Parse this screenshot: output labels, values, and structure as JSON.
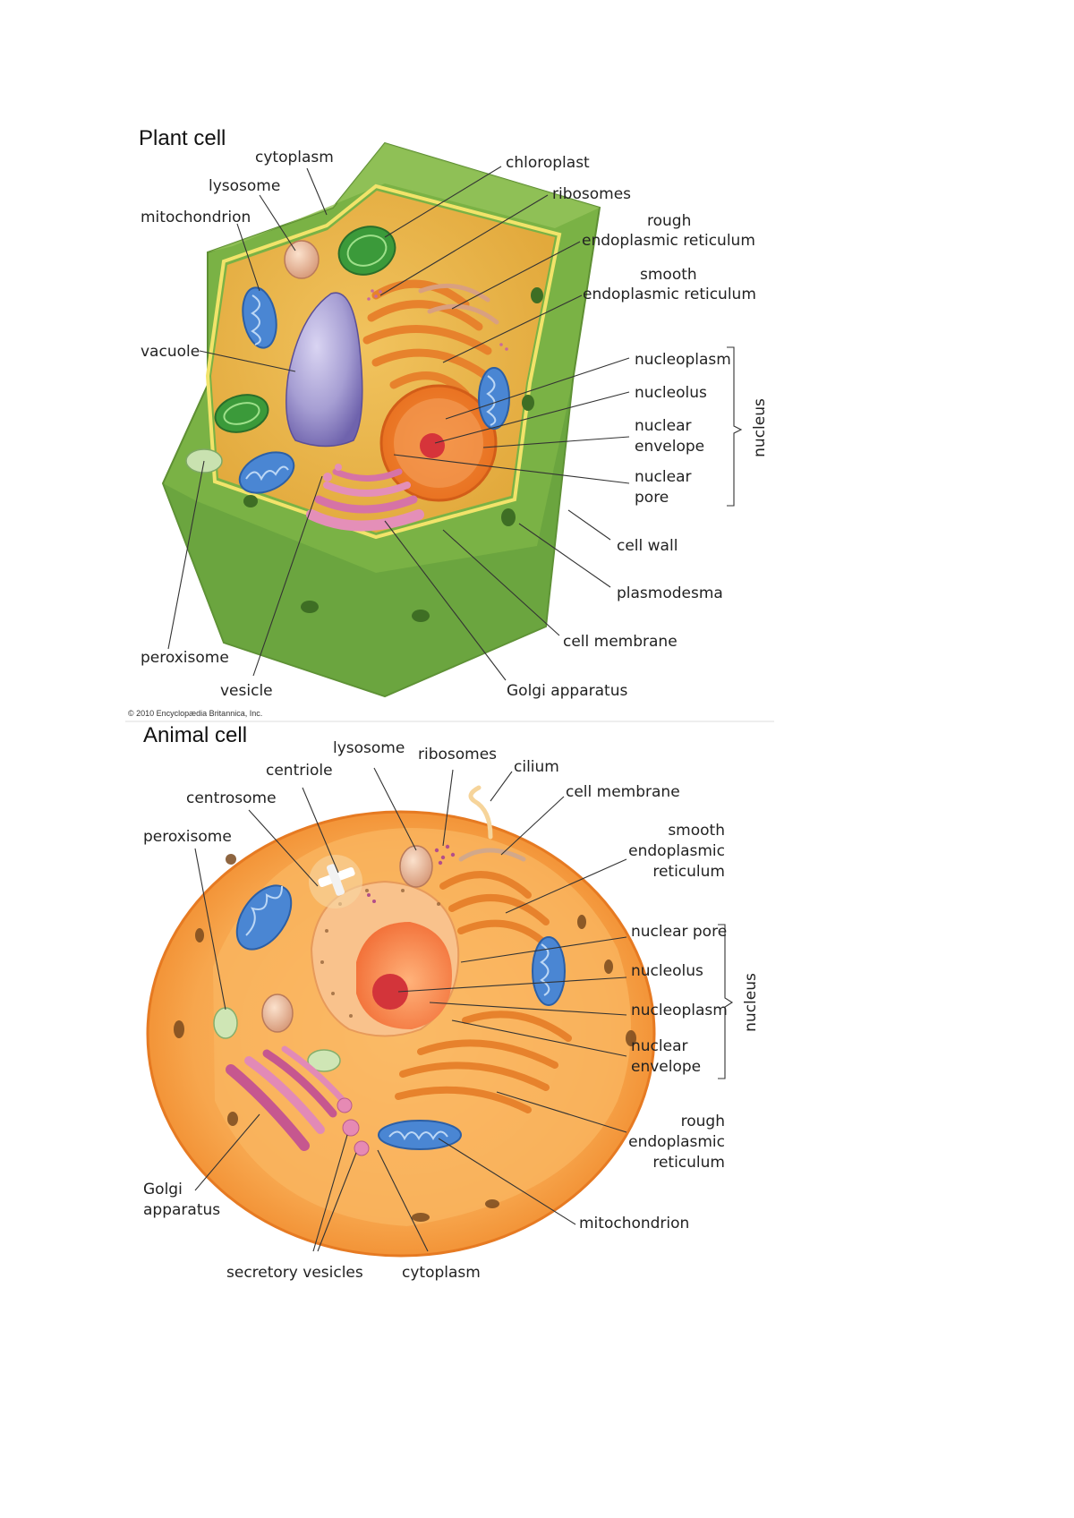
{
  "plant": {
    "title": "Plant cell",
    "labels": {
      "cytoplasm": "cytoplasm",
      "chloroplast": "chloroplast",
      "lysosome": "lysosome",
      "ribosomes": "ribosomes",
      "mitochondrion": "mitochondrion",
      "rough_er_1": "rough",
      "rough_er_2": "endoplasmic reticulum",
      "smooth_er_1": "smooth",
      "smooth_er_2": "endoplasmic reticulum",
      "vacuole": "vacuole",
      "nucleoplasm": "nucleoplasm",
      "nucleolus": "nucleolus",
      "nuclear_envelope_1": "nuclear",
      "nuclear_envelope_2": "envelope",
      "nuclear_pore_1": "nuclear",
      "nuclear_pore_2": "pore",
      "nucleus": "nucleus",
      "cell_wall": "cell wall",
      "plasmodesma": "plasmodesma",
      "cell_membrane": "cell membrane",
      "peroxisome": "peroxisome",
      "vesicle": "vesicle",
      "golgi": "Golgi apparatus"
    },
    "copyright": "© 2010 Encyclopædia Britannica, Inc.",
    "colors": {
      "wall": "#7db247",
      "cytoplasm": "#e8b449",
      "vacuole": "#a49bd0"
    }
  },
  "animal": {
    "title": "Animal cell",
    "labels": {
      "lysosome": "lysosome",
      "ribosomes": "ribosomes",
      "centriole": "centriole",
      "cilium": "cilium",
      "centrosome": "centrosome",
      "cell_membrane": "cell membrane",
      "peroxisome": "peroxisome",
      "smooth_er_1": "smooth",
      "smooth_er_2": "endoplasmic",
      "smooth_er_3": "reticulum",
      "nuclear_pore": "nuclear pore",
      "nucleolus": "nucleolus",
      "nucleoplasm": "nucleoplasm",
      "nucleus": "nucleus",
      "nuclear_envelope_1": "nuclear",
      "nuclear_envelope_2": "envelope",
      "rough_er_1": "rough",
      "rough_er_2": "endoplasmic",
      "rough_er_3": "reticulum",
      "golgi_1": "Golgi",
      "golgi_2": "apparatus",
      "mitochondrion": "mitochondrion",
      "secretory_vesicles": "secretory vesicles",
      "cytoplasm": "cytoplasm"
    },
    "colors": {
      "membrane": "#f08a2c",
      "cytoplasm": "#f7b15a",
      "nucleus": "#f37a3a"
    }
  }
}
